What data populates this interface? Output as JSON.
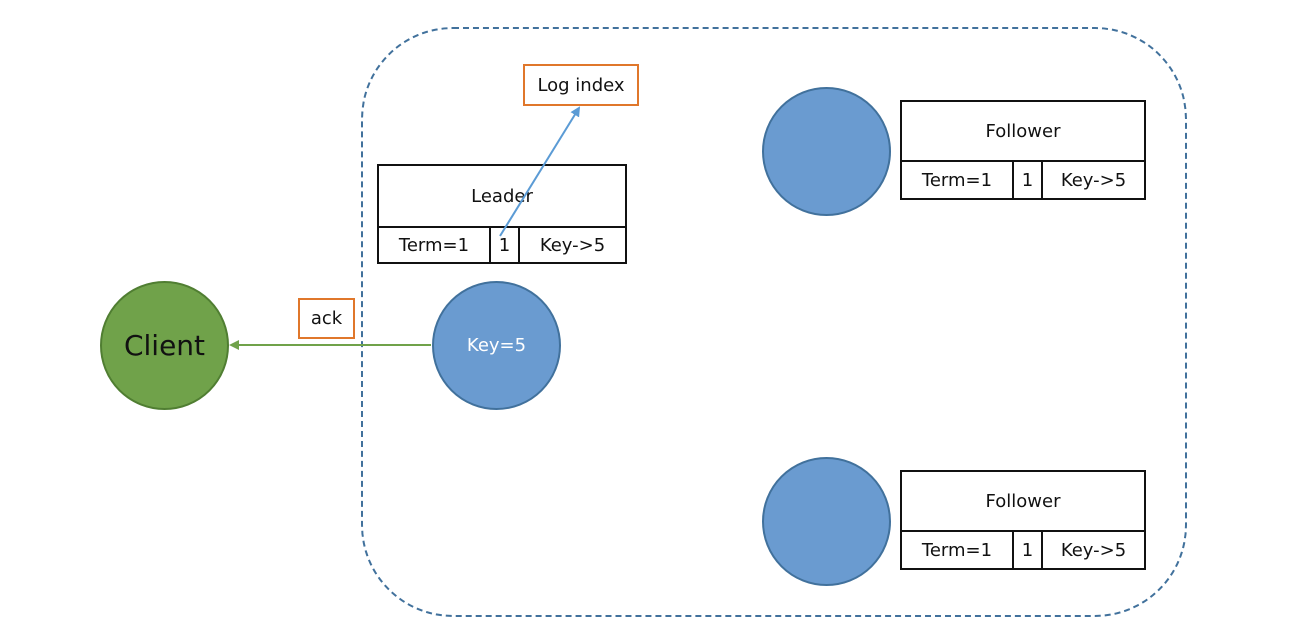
{
  "client": {
    "label": "Client"
  },
  "leader": {
    "node_label": "Key=5",
    "title": "Leader",
    "term": "Term=1",
    "index": "1",
    "entry": "Key->5"
  },
  "followers": [
    {
      "title": "Follower",
      "term": "Term=1",
      "index": "1",
      "entry": "Key->5"
    },
    {
      "title": "Follower",
      "term": "Term=1",
      "index": "1",
      "entry": "Key->5"
    }
  ],
  "labels": {
    "log_index": "Log index",
    "ack": "ack"
  },
  "colors": {
    "cluster_border": "#41719c",
    "node_fill": "#6a9bd0",
    "client_fill": "#70a24a",
    "ack_arrow": "#70a24a",
    "log_index_arrow": "#5b9bd5",
    "label_border": "#e0772b"
  }
}
